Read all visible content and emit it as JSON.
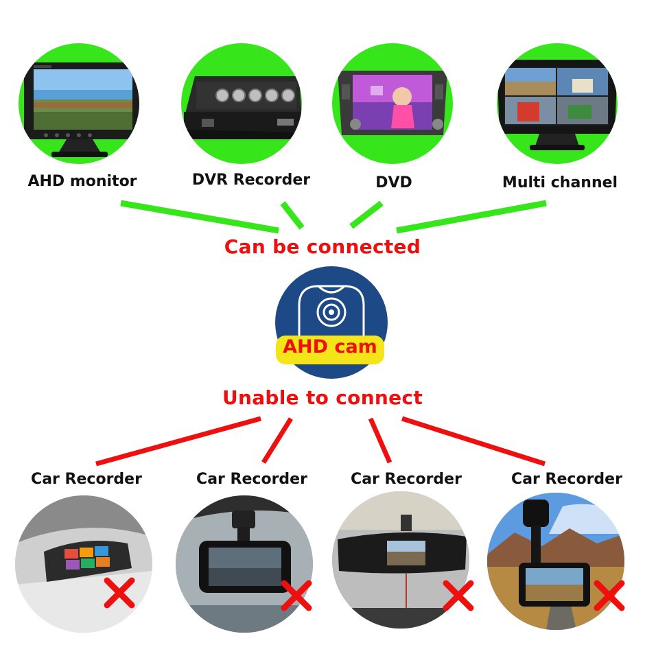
{
  "connectable": {
    "title": "Can be connected",
    "devices": [
      {
        "label": "AHD monitor",
        "icon": "car-monitor-icon"
      },
      {
        "label": "DVR Recorder",
        "icon": "dvr-box-icon"
      },
      {
        "label": "DVD",
        "icon": "car-dvd-icon"
      },
      {
        "label": "Multi channel",
        "icon": "quad-monitor-icon"
      }
    ]
  },
  "camera": {
    "label": "AHD cam",
    "icon": "ahd-camera-icon"
  },
  "not_connectable": {
    "title": "Unable to connect",
    "devices": [
      {
        "label": "Car Recorder",
        "icon": "mirror-dashcam-icon"
      },
      {
        "label": "Car Recorder",
        "icon": "windshield-dashcam-icon"
      },
      {
        "label": "Car Recorder",
        "icon": "rearview-mirror-recorder-icon"
      },
      {
        "label": "Car Recorder",
        "icon": "suction-dashcam-icon"
      }
    ]
  },
  "colors": {
    "green": "#37e51b",
    "red": "#ee0f0f",
    "navy": "#1d4a86",
    "yellow": "#f4e51a"
  }
}
